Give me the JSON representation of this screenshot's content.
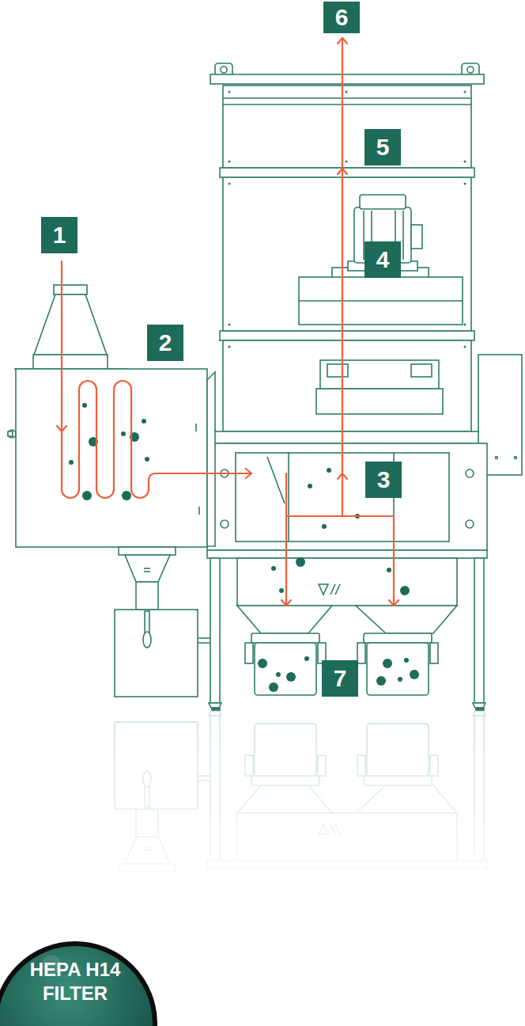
{
  "diagram": {
    "nodes": [
      {
        "text": [
          "HEPA H14 FILTER"
        ]
      }
    ],
    "labels": [
      "1",
      "2",
      "3",
      "4",
      "5",
      "6",
      "7"
    ]
  }
}
